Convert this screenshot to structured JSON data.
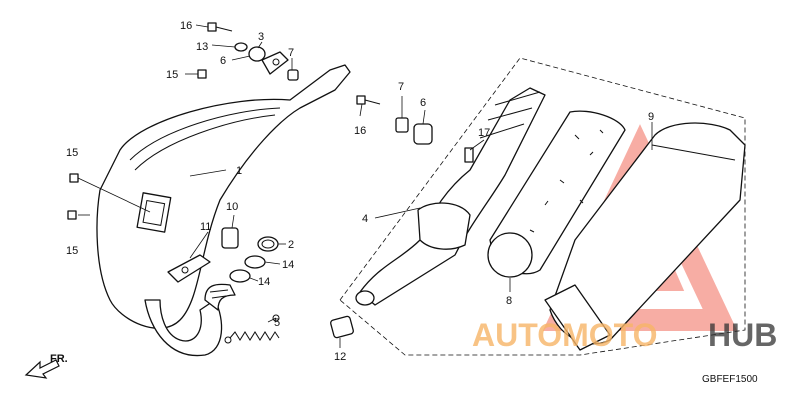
{
  "diagram": {
    "code": "GBFEF1500",
    "direction_label": "FR.",
    "callouts": [
      "1",
      "2",
      "3",
      "4",
      "5",
      "6",
      "6",
      "7",
      "7",
      "8",
      "9",
      "10",
      "11",
      "12",
      "13",
      "14",
      "14",
      "15",
      "15",
      "15",
      "16",
      "16",
      "17"
    ]
  },
  "watermark": {
    "text_left": "AUTOMOTO",
    "text_right": "HUB",
    "color_primary": "#f26b5b",
    "color_secondary": "#f7b567",
    "color_dark": "#333333"
  }
}
